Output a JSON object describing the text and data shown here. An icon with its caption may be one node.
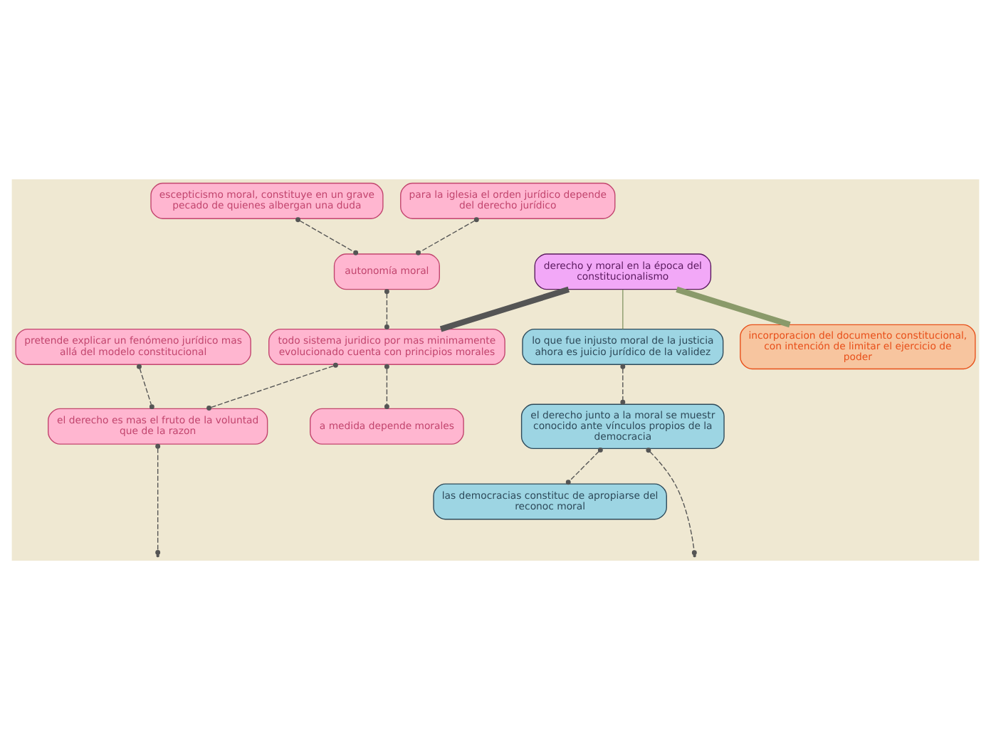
{
  "diagram": {
    "nodes": [
      {
        "text": [
          "derecho y moral en la época del constitucionalismo"
        ]
      },
      {
        "text": [
          "todo sistema juridico por mas minimamente evolucionado cuenta con principios morales"
        ]
      },
      {
        "text": [
          "lo que fue injusto moral de la justicia ahora es juicio jurídico de la validez"
        ]
      },
      {
        "text": [
          "incorporacion del documento constitucional, con intención de limitar el ejercicio de poder"
        ]
      },
      {
        "text": [
          "pretende explicar un fenómeno jurídico mas allá del modelo constitucional"
        ]
      },
      {
        "text": [
          "el derecho es mas el fruto de la voluntad que de la razon"
        ]
      },
      {
        "text": [
          "escepticismo moral, constituye en un grave pecado de quienes albergan una duda"
        ]
      },
      {
        "text": [
          "autonomía moral"
        ]
      },
      {
        "text": [
          "para la iglesia el orden jurídico depende del derecho jurídico"
        ]
      },
      {
        "text": [
          "a medida depende morales"
        ]
      },
      {
        "text": [
          "el derecho junto a la moral se muestr conocido ante vínculos propios de la democracia"
        ]
      },
      {
        "text": [
          "las democracias constituc de apropiarse del reconoc moral"
        ]
      }
    ],
    "edges": [
      {
        "from": 0,
        "to": 1,
        "arrow": "none",
        "style": "thick",
        "color": "#555555"
      },
      {
        "from": 0,
        "to": 2,
        "arrow": "none",
        "color": "#8a9a6a"
      },
      {
        "from": 0,
        "to": 3,
        "arrow": "none",
        "style": "thick",
        "color": "#8a9a6a"
      },
      {
        "from": 4,
        "to": 5,
        "arrow": "other",
        "style": "dashed"
      },
      {
        "from": 5,
        "to": null,
        "arrow": "other",
        "style": "dashed"
      },
      {
        "from": 1,
        "to": 5,
        "arrow": "other",
        "style": "dashed"
      },
      {
        "from": 6,
        "to": 7,
        "arrow": "other",
        "style": "dashed"
      },
      {
        "from": 7,
        "to": 1,
        "arrow": "other",
        "style": "dashed"
      },
      {
        "from": 8,
        "to": 7,
        "arrow": "other",
        "style": "dashed"
      },
      {
        "from": 1,
        "to": 9,
        "arrow": "other",
        "style": "dashed"
      },
      {
        "from": 2,
        "to": 10,
        "arrow": "other",
        "style": "dashed"
      },
      {
        "from": 10,
        "to": null,
        "arrow": "other",
        "style": "dashed"
      },
      {
        "from": 10,
        "to": 11,
        "arrow": "other",
        "style": "dashed"
      }
    ]
  }
}
